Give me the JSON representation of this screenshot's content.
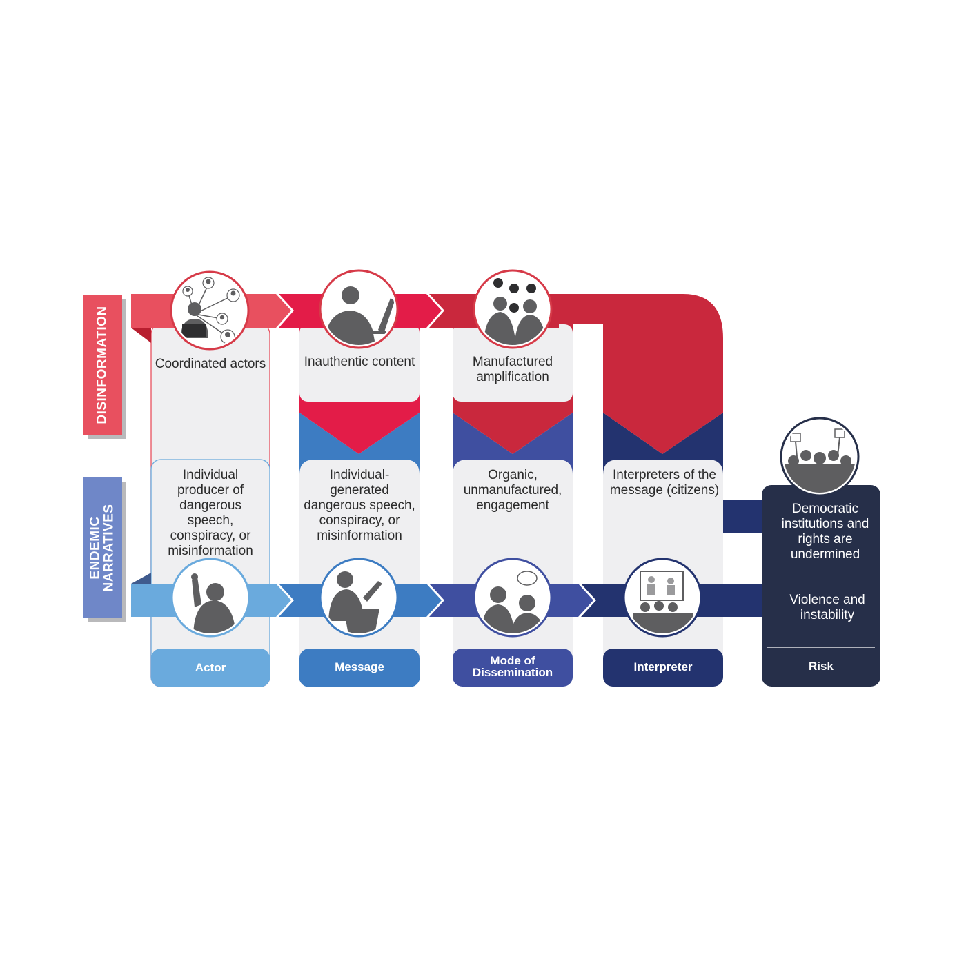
{
  "side_labels": {
    "disinformation": "DISINFORMATION",
    "endemic_line1": "ENDEMIC",
    "endemic_line2": "NARRATIVES"
  },
  "columns": [
    {
      "label": "Actor",
      "disinformation_text": "Coordinated actors",
      "endemic_text": "Individual producer of dangerous speech, conspiracy, or misinformation",
      "top_icon": "network-of-actors-icon",
      "bottom_icon": "speaker-pointing-icon"
    },
    {
      "label": "Message",
      "disinformation_text": "Inauthentic content",
      "endemic_text": "Individual-generated dangerous speech, conspiracy, or misinformation",
      "top_icon": "person-at-computer-icon",
      "bottom_icon": "speaker-at-podium-icon"
    },
    {
      "label": "Mode of Dissemination",
      "disinformation_text": "Manufactured amplification",
      "endemic_text": "Organic, unmanufactured, engagement",
      "top_icon": "social-media-people-icon",
      "bottom_icon": "people-talking-icon"
    },
    {
      "label": "Interpreter",
      "endemic_text": "Interpreters of the message (citizens)",
      "bottom_icon": "audience-watching-screen-icon"
    }
  ],
  "social_icons": [
    "facebook-icon",
    "whatsapp-icon",
    "tiktok-icon",
    "sms-icon"
  ],
  "risk": {
    "label": "Risk",
    "outcome_1": "Democratic institutions and rights are undermined",
    "outcome_2": "Violence and instability",
    "icon": "protest-crowd-icon"
  },
  "colors": {
    "disinfo_light": "#e8505f",
    "disinfo_mid": "#e31c48",
    "disinfo_dark": "#c9283d",
    "actor": "#6aaadd",
    "message": "#3d7cc2",
    "dissemination": "#3f4fa0",
    "interpreter": "#23336f",
    "risk": "#262f49",
    "panel": "#efeff1"
  }
}
